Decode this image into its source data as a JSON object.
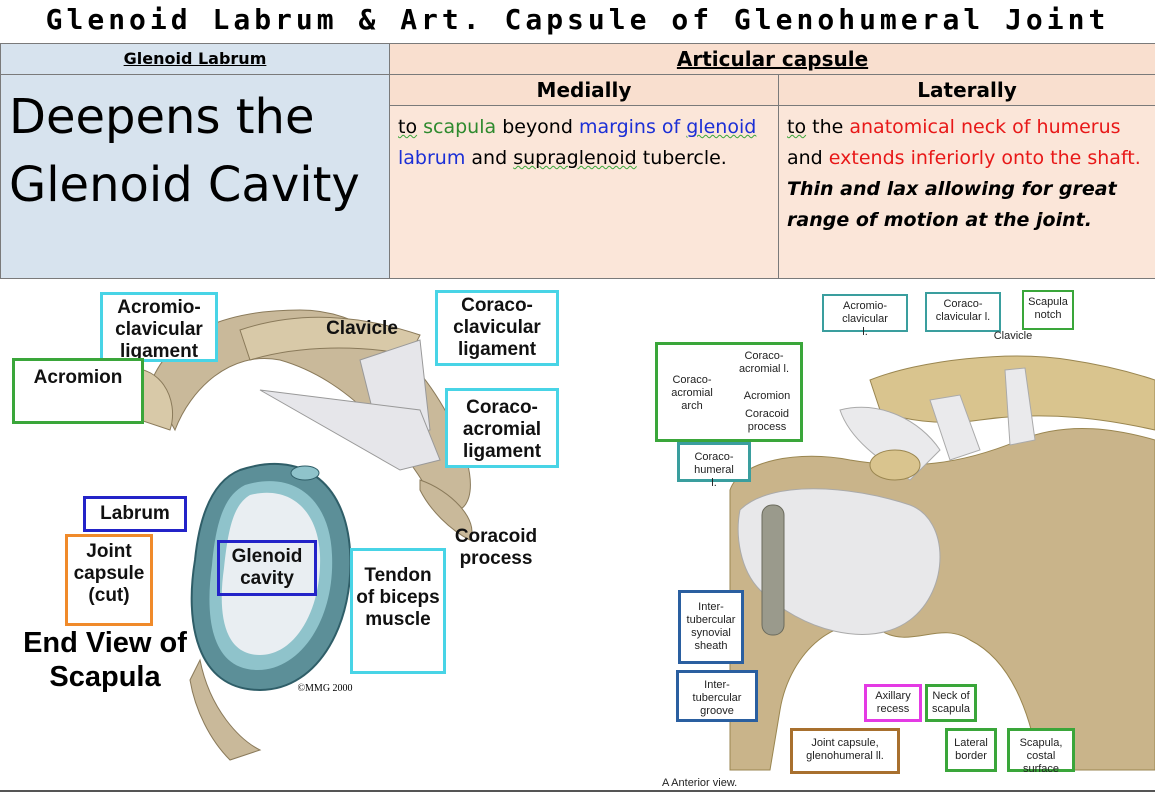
{
  "title": "Glenoid Labrum & Art. Capsule of Glenohumeral Joint",
  "table": {
    "col1_header": "Glenoid Labrum",
    "col2_header": "Articular capsule",
    "medially_header": "Medially",
    "laterally_header": "Laterally",
    "labrum_text": "Deepens the Glenoid Cavity",
    "medially": {
      "t1": "to",
      "t2": "scapula",
      "t3": "beyond",
      "t4": "margins of",
      "t5": "glenoid",
      "t6": "labrum",
      "t7": "and",
      "t8": "supraglenoid",
      "t9": "tubercle."
    },
    "laterally": {
      "t1": "to",
      "t2": "the",
      "t3": "anatomical neck of humerus",
      "t4": "and",
      "t5": "extends inferiorly onto the shaft.",
      "t6": "Thin and lax allowing for great range of motion at the joint."
    }
  },
  "left_figure": {
    "labels": [
      "Acromio-clavicular ligament",
      "Clavicle",
      "Coraco-clavicular ligament",
      "Acromion",
      "Coraco-acromial ligament",
      "Labrum",
      "Joint capsule (cut)",
      "Glenoid cavity",
      "Tendon of biceps muscle",
      "Coracoid process",
      "End View of Scapula",
      "©MMG 2000"
    ]
  },
  "right_figure": {
    "labels": [
      "Acromio-clavicular l.",
      "Coraco-clavicular l.",
      "Scapula notch",
      "Clavicle",
      "Coraco-acromial l.",
      "Coraco-acromial arch",
      "Acromion",
      "Coracoid process",
      "Coraco-humeral l.",
      "Inter-tubercular synovial sheath",
      "Inter-tubercular groove",
      "Axillary recess",
      "Neck of scapula",
      "Joint capsule, glenohumeral ll.",
      "Lateral border",
      "Scapula, costal surface",
      "A Anterior view."
    ]
  }
}
